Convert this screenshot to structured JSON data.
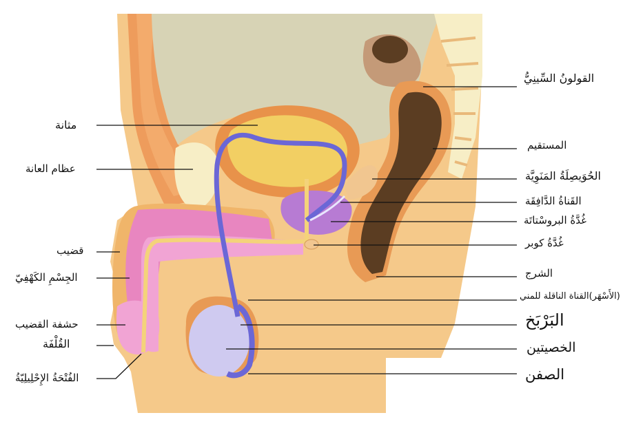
{
  "labels_left": {
    "bladder": "مثانة",
    "pubic_bone": "عظام العانة",
    "penis": "قضيب",
    "corpus_cavernosum": "الجِسْمِ الكَهْفِيّ",
    "glans": "حشفة القضيب",
    "foreskin": "القُلْفَة",
    "urethral_opening": "الفُتْحَةُ الإِحْلِيلِيّةُ"
  },
  "labels_right": {
    "sigmoid_colon": "القولونُ السِّينِيُّ",
    "rectum": "المستقيم",
    "seminal_vesicle": "الحُوَيصِلَةُ المَنَوِيَّة",
    "ejaculatory_duct": "القَناةُ الدَّافِقَة",
    "prostate": "غُدَّةُ البروسْتاتَة",
    "cowper_gland": "غُدَّةُ كوبر",
    "anus": "الشرج",
    "vas_deferens": "(الأَسْهَر)القناة الناقلة للمني",
    "epididymis": "البَرْبَخ",
    "testicles": "الخصيتين",
    "scrotum": "الصفن"
  },
  "colors": {
    "skin": "#f5c98a",
    "body_wall": "#f0b56a",
    "pelvic_cavity": "#d6d3b4",
    "bone": "#f7eec6",
    "bladder": "#f2cf63",
    "bladder_wall": "#e8924a",
    "vas": "#6b67d6",
    "prostate": "#b77bd3",
    "penis_pink": "#e886c0",
    "rectum": "#5b3d22",
    "testis": "#cfcaf0"
  }
}
